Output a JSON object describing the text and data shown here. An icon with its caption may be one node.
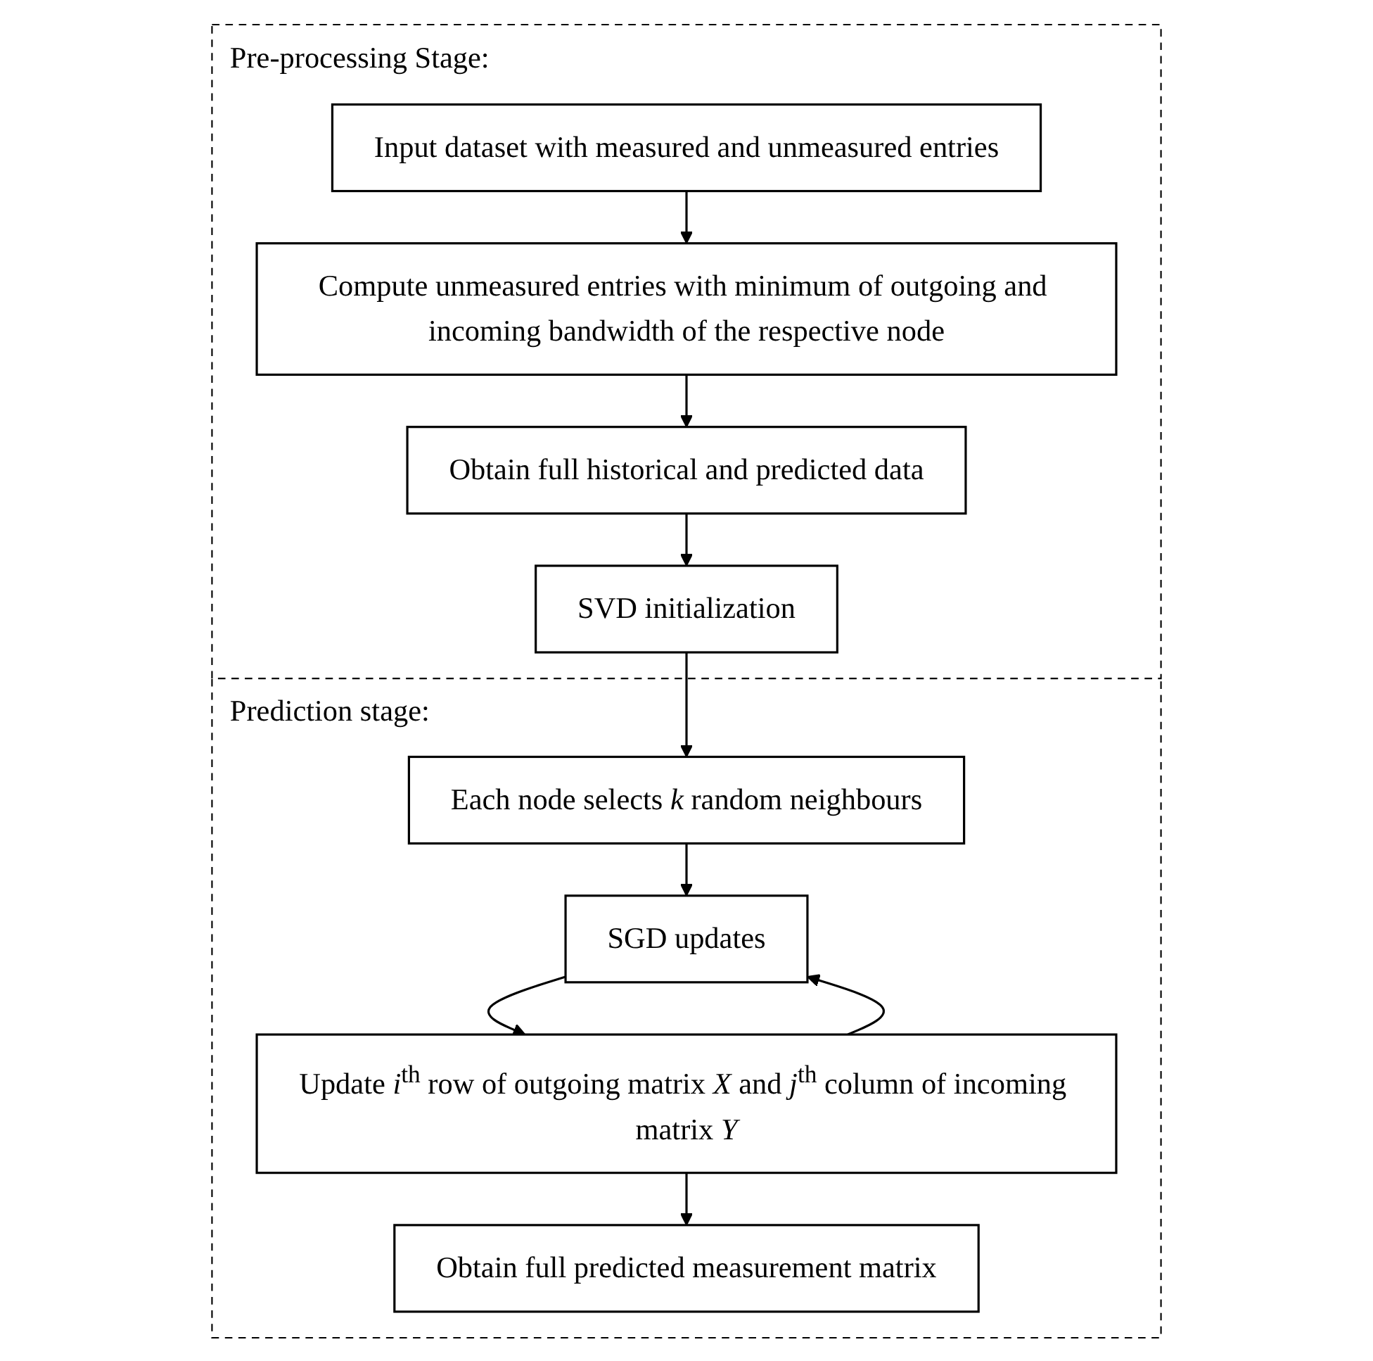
{
  "diagram": {
    "nodes": [
      {
        "text": [
          "Pre-processing Stage:"
        ]
      },
      {
        "text": [
          "Input dataset with measured and unmeasured entries"
        ],
        "in": 0
      },
      {
        "text": [
          "Compute unmeasured entries with minimum of outgoing and incoming bandwidth of the respective node"
        ],
        "in": 0
      },
      {
        "text": [
          "Obtain full historical and predicted data"
        ],
        "in": 0
      },
      {
        "text": [
          "SVD initialization"
        ],
        "in": 0
      },
      {
        "text": [
          "Prediction stage:"
        ]
      },
      {
        "text": [
          "Each node selects *k* random neighbours"
        ],
        "in": 5
      },
      {
        "text": [
          "SGD updates"
        ],
        "in": 5
      },
      {
        "text": [
          "Update *i*$^{th}$ row of outgoing matrix *X* and *j*$^{th}$ column of incoming matrix *Y*"
        ],
        "in": 5
      },
      {
        "text": [
          "Obtain full predicted measurement matrix"
        ],
        "in": 5
      }
    ],
    "edges": [
      {
        "from": 1,
        "to": 2,
        "arrow": "to"
      },
      {
        "from": 2,
        "to": 3,
        "arrow": "to"
      },
      {
        "from": 3,
        "to": 4,
        "arrow": "to"
      },
      {
        "from": 4,
        "to": 6,
        "arrow": "to"
      },
      {
        "from": 6,
        "to": 7,
        "arrow": "to"
      },
      {
        "from": 7,
        "to": 8,
        "arrow": "to"
      },
      {
        "from": 8,
        "to": 7,
        "arrow": "to"
      },
      {
        "from": 8,
        "to": 9,
        "arrow": "to"
      }
    ]
  }
}
